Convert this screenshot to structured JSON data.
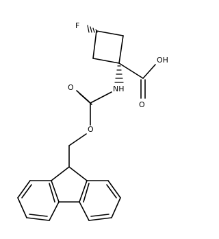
{
  "molecule": {
    "atoms": {
      "fluorine": "F",
      "hydroxyl": "OH",
      "carbonyl_oxygen_acid": "O",
      "amine": "NH",
      "carbonyl_oxygen_carbamate": "O",
      "ester_oxygen": "O"
    }
  }
}
